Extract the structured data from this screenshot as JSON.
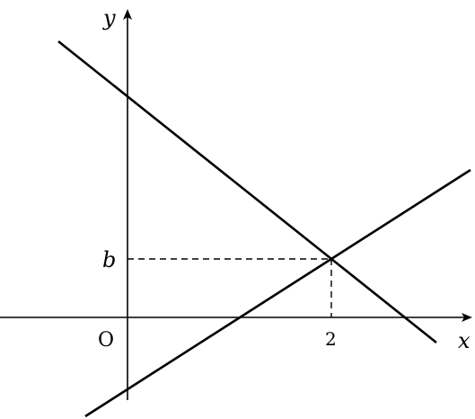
{
  "diagram": {
    "axis_labels": {
      "x": "x",
      "y": "y"
    },
    "origin_label": "O",
    "point_labels": {
      "x_value": "2",
      "y_value": "b"
    },
    "colors": {
      "stroke": "#000000",
      "background": "#ffffff"
    }
  }
}
